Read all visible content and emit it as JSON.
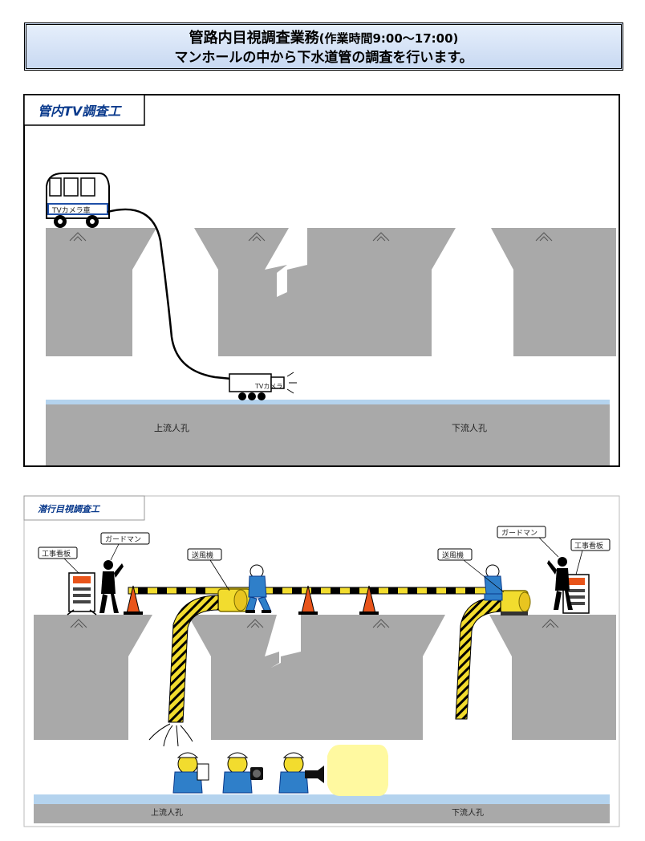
{
  "header": {
    "title_main": "管路内目視調査業務",
    "title_hours": "(作業時間9:00～17:00)",
    "subtitle": "マンホールの中から下水道管の調査を行います。"
  },
  "panel1": {
    "title": "管内TV調査工",
    "camera_truck_label": "TVカメラ車",
    "camera_label": "TVカメラ",
    "upstream_label": "上流人孔",
    "downstream_label": "下流人孔"
  },
  "panel2": {
    "title": "潜行目視調査工",
    "sign_left_label": "工事看板",
    "guard_left_label": "ガードマン",
    "blower_left_label": "送風機",
    "blower_right_label": "送風機",
    "guard_right_label": "ガードマン",
    "sign_right_label": "工事看板",
    "upstream_label": "上流人孔",
    "downstream_label": "下流人孔"
  },
  "colors": {
    "concrete": "#a9a9a9",
    "pipe": "#b4d3ee",
    "title_blue": "#0a3a8c",
    "worker_blue": "#2f7fc9",
    "helmet_white": "#ffffff",
    "hazard_yellow": "#f2dc2e",
    "cone_orange": "#e8541a",
    "light_yellow": "#fff9a0"
  }
}
